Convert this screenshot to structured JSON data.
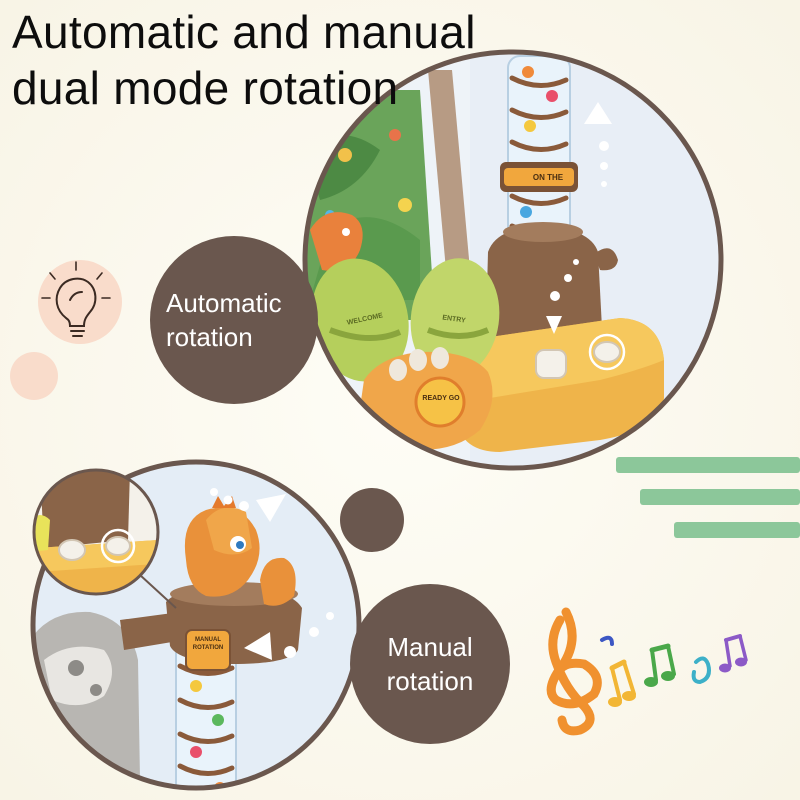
{
  "headline": {
    "line1": "Automatic and manual",
    "line2": "dual mode rotation"
  },
  "callouts": {
    "automatic": {
      "line1": "Automatic",
      "line2": "rotation"
    },
    "manual": {
      "line1": "Manual",
      "line2": "rotation"
    }
  },
  "toy_labels": {
    "sign": "ON THE",
    "ready": "READY GO",
    "manual_badge": "MANUAL ROTATION",
    "egg_left": "WELCOME",
    "egg_right": "ENTRY"
  },
  "colors": {
    "background": "#fdfbf1",
    "bubble": "#6a574e",
    "circle_border": "#6a574e",
    "accent_green": "#8cc79a",
    "accent_peach": "#f9dccb",
    "toy_orange": "#f0a64a",
    "toy_brown": "#8a6448"
  },
  "icons": [
    "lightbulb-icon",
    "music-notes-icon",
    "play-arrow-icon",
    "up-arrow-icon",
    "down-arrow-icon"
  ]
}
